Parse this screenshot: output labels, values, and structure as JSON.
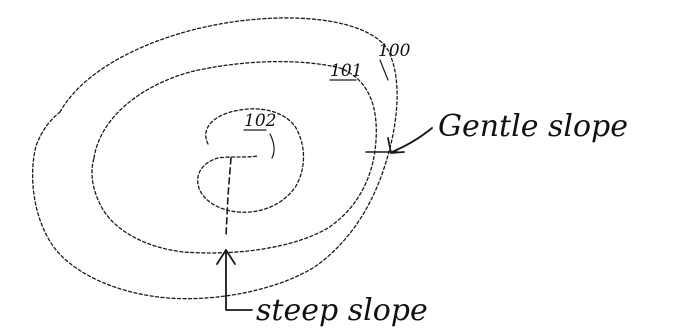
{
  "contours": [
    {
      "id": "outer",
      "label": "100"
    },
    {
      "id": "middle",
      "label": "101"
    },
    {
      "id": "inner",
      "label": "102"
    }
  ],
  "annotations": {
    "gentle": "Gentle slope",
    "steep": "steep slope"
  },
  "colors": {
    "ink": "#1a1a1a",
    "background": "#ffffff"
  }
}
